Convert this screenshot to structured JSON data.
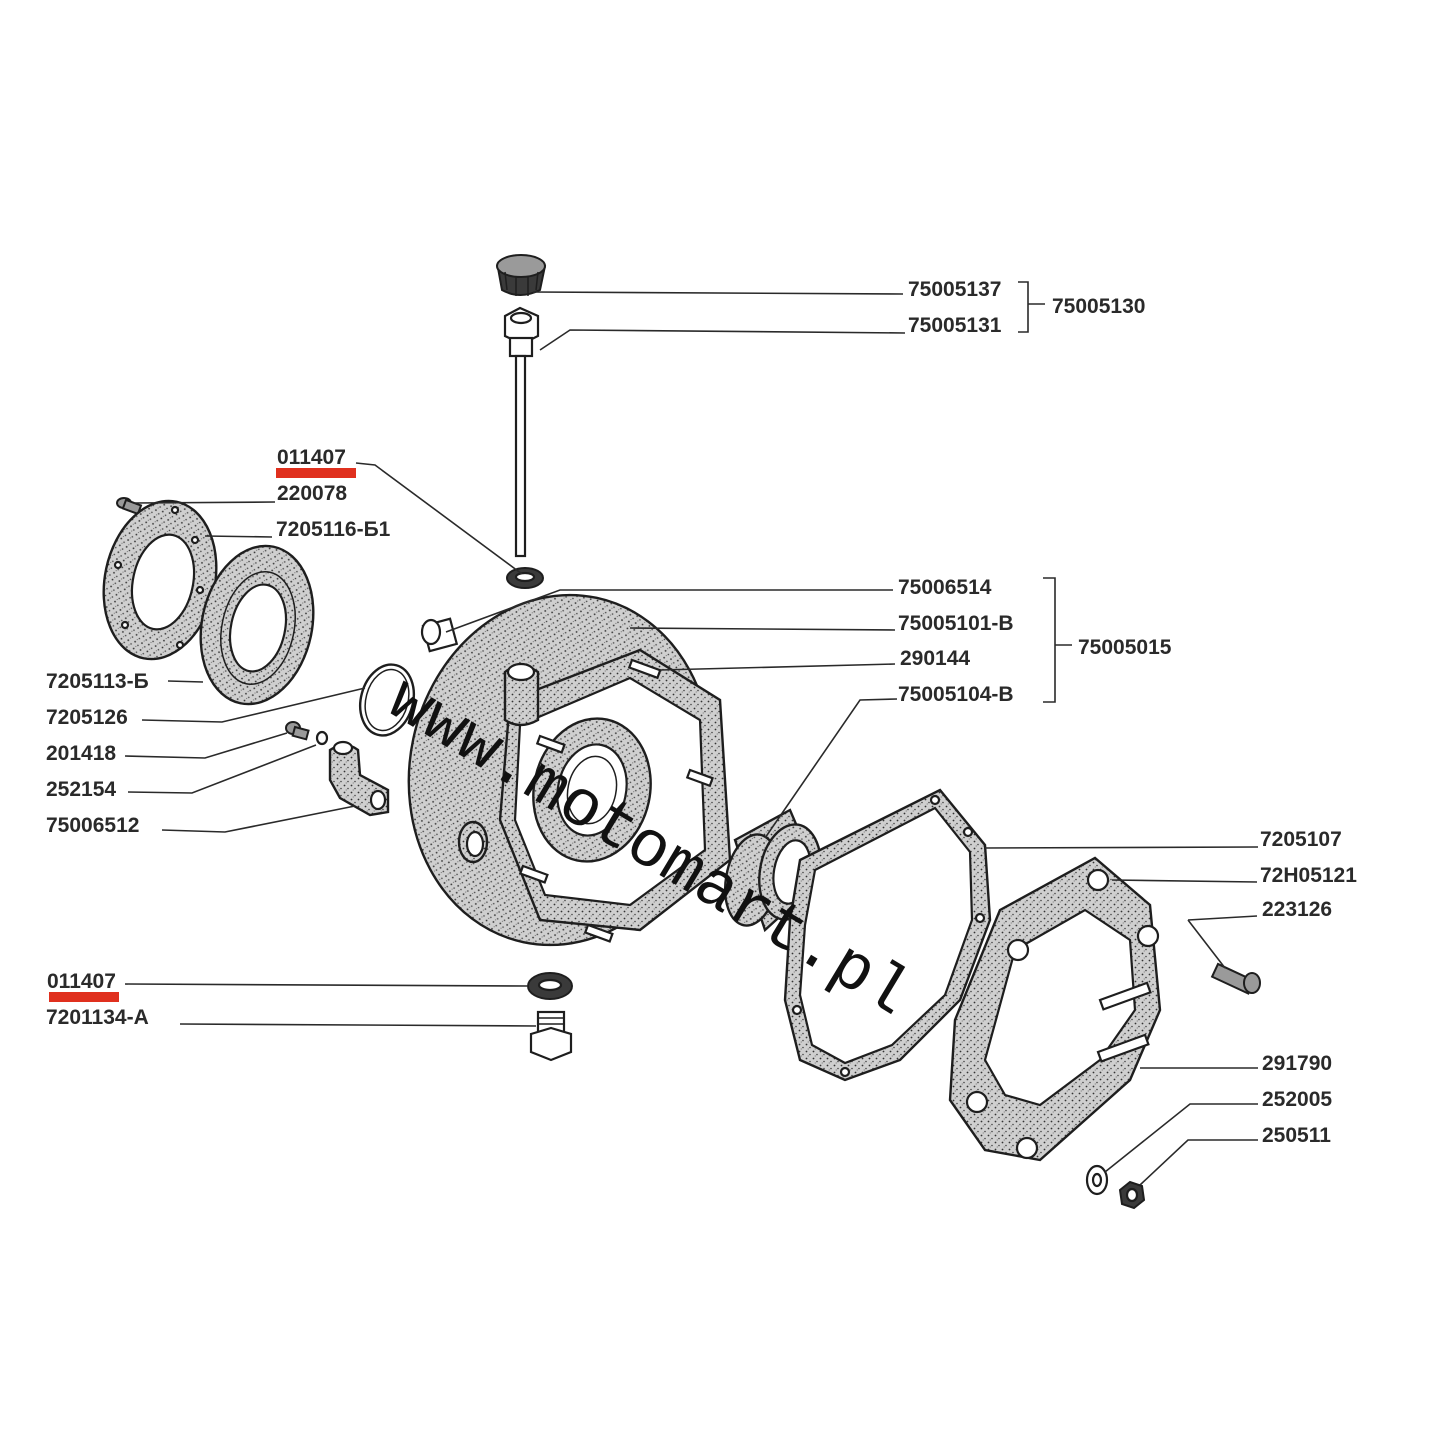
{
  "labels": {
    "p011407_top": "011407",
    "p220078": "220078",
    "p7205116b1": "7205116-Б1",
    "p7205113b": "7205113-Б",
    "p7205126": "7205126",
    "p201418": "201418",
    "p252154": "252154",
    "p75006512": "75006512",
    "p011407_bottom": "011407",
    "p7201134a": "7201134-А",
    "p75005137": "75005137",
    "p75005131": "75005131",
    "g75005130": "75005130",
    "p75006514": "75006514",
    "p75005101b": "75005101-В",
    "p290144": "290144",
    "p75005104b": "75005104-В",
    "g75005015": "75005015",
    "p7205107": "7205107",
    "p72h05121": "72Н05121",
    "p223126": "223126",
    "p291790": "291790",
    "p252005": "252005",
    "p250511": "250511"
  },
  "watermark": "www.motomart.pl",
  "colors": {
    "highlight": "#e0301e",
    "ink": "#1e1e1e",
    "background": "#ffffff"
  }
}
